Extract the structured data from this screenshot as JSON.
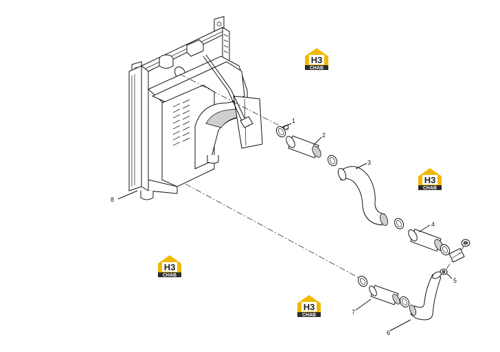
{
  "diagram": {
    "callouts": [
      {
        "id": "1",
        "label": "1"
      },
      {
        "id": "2",
        "label": "2"
      },
      {
        "id": "3",
        "label": "3"
      },
      {
        "id": "4",
        "label": "4"
      },
      {
        "id": "5",
        "label": "5"
      },
      {
        "id": "6",
        "label": "6"
      },
      {
        "id": "7",
        "label": "7"
      },
      {
        "id": "8",
        "label": "8"
      }
    ],
    "watermark": {
      "top": "H3",
      "bottom": "CHAB"
    },
    "colors": {
      "logo_yellow": "#f2b705",
      "logo_dark": "#2b2b2b",
      "line": "#111111"
    }
  }
}
